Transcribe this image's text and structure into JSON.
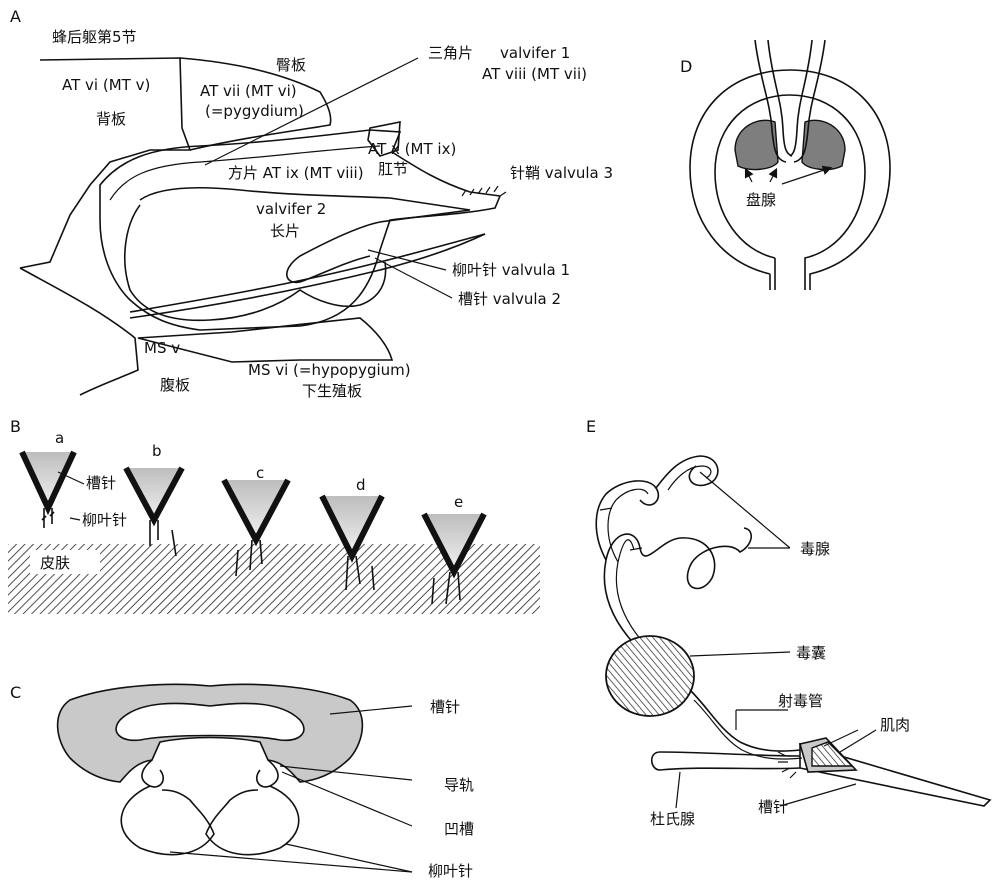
{
  "panels": {
    "A": {
      "letter": "A",
      "title": "蜂后躯第5节",
      "labels": {
        "at_vi": "AT vi (MT v)",
        "beiban": "背板",
        "at_vii": "AT vii (MT vi)",
        "pygidium": "(=pygydium)",
        "tunban": "臀板",
        "sanjiaopian": "三角片",
        "valvifer1": "valvifer 1",
        "at_viii": "AT viii (MT vii)",
        "at_x": "AT x (MT ix)",
        "gangjie": "肛节",
        "fangpian": "方片 AT ix (MT viii)",
        "zhenqiao": "针鞘 valvula 3",
        "valvifer2": "valvifer 2",
        "changpian": "长片",
        "liuyezhen": "柳叶针 valvula 1",
        "caozhen": "槽针 valvula 2",
        "ms_v": "MS v",
        "fuban": "腹板",
        "ms_vi": "MS vi (=hypopygium)",
        "xiashengzhiban": "下生殖板"
      }
    },
    "B": {
      "letter": "B",
      "stages": [
        "a",
        "b",
        "c",
        "d",
        "e"
      ],
      "caozhen": "槽针",
      "liuyezhen": "柳叶针",
      "skin": "皮肤"
    },
    "C": {
      "letter": "C",
      "caozhen": "槽针",
      "daogui": "导轨",
      "aocao": "凹槽",
      "liuyezhen": "柳叶针"
    },
    "D": {
      "letter": "D",
      "panxian": "盘腺"
    },
    "E": {
      "letter": "E",
      "duxian": "毒腺",
      "dunang": "毒囊",
      "sheduguan": "射毒管",
      "jirou": "肌肉",
      "dushixian": "杜氏腺",
      "caozhen": "槽针"
    }
  },
  "colors": {
    "line": "#111111",
    "gray_fill": "#c9c9c9",
    "dark_gland": "#7e7e7e",
    "background": "#ffffff"
  }
}
